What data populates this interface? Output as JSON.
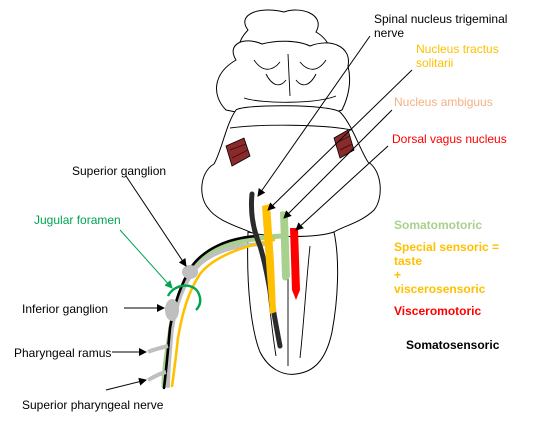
{
  "labels": {
    "spinal_trigeminal": {
      "line1": "Spinal nucleus trigeminal",
      "line2": "nerve",
      "color": "#000000"
    },
    "tractus_solitarii": {
      "line1": "Nucleus tractus",
      "line2": "solitarii",
      "color": "#FFC000"
    },
    "ambiguus": {
      "text": "Nucleus ambiguus",
      "color": "#F4B183"
    },
    "dorsal_vagus": {
      "text": "Dorsal vagus nucleus",
      "color": "#FF0000"
    },
    "superior_ganglion": {
      "text": "Superior ganglion",
      "color": "#000000"
    },
    "jugular_foramen": {
      "text": "Jugular foramen",
      "color": "#00A550"
    },
    "inferior_ganglion": {
      "text": "Inferior ganglion",
      "color": "#000000"
    },
    "pharyngeal_ramus": {
      "text": "Pharyngeal ramus",
      "color": "#000000"
    },
    "superior_pharyngeal": {
      "text": "Superior pharyngeal  nerve",
      "color": "#000000"
    }
  },
  "legend": {
    "somatomotoric": {
      "text": "Somatomotoric",
      "color": "#A9D18E"
    },
    "special_sensoric": {
      "line1": "Special sensoric =",
      "line2": "taste",
      "line3": "+",
      "line4": "viscerosensoric",
      "color": "#FFC000"
    },
    "visceromotoric": {
      "text": "Visceromotoric",
      "color": "#FF0000"
    },
    "somatosensoric": {
      "text": "Somatosensoric",
      "color": "#000000"
    }
  }
}
